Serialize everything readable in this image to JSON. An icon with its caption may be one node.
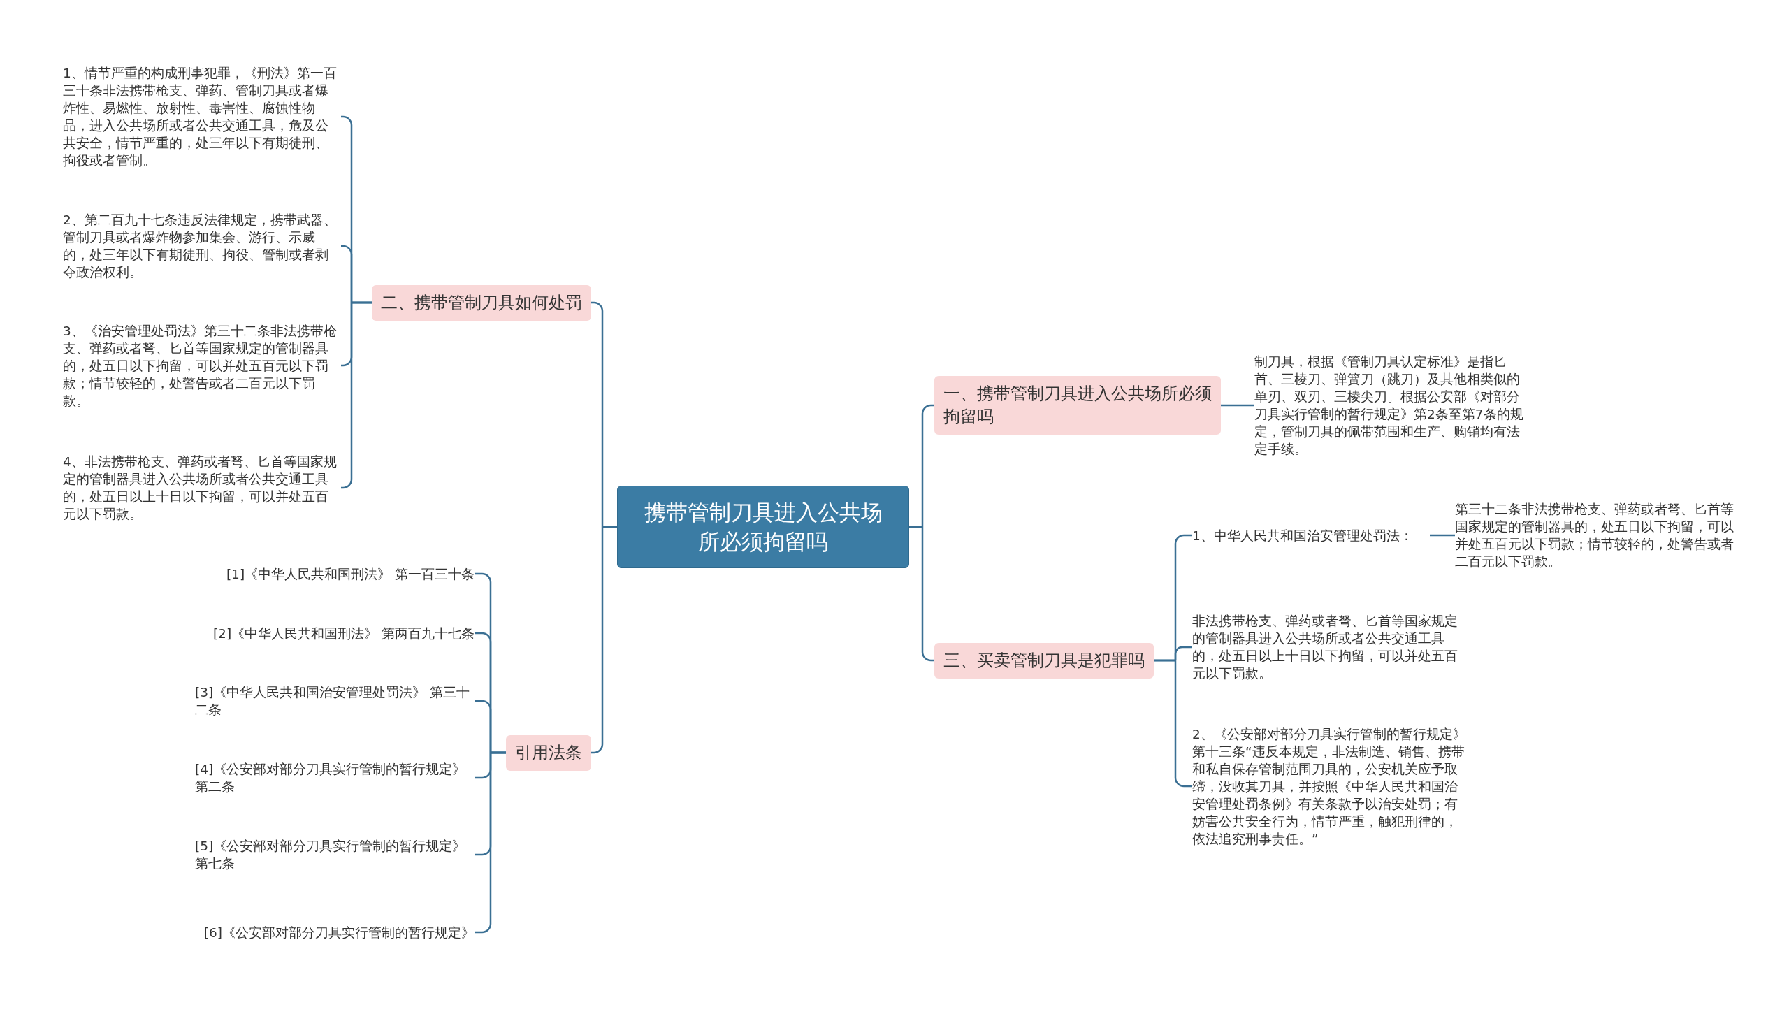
{
  "diagram": {
    "nodes": [
      {
        "text": [
          "携带管制刀具进入公共场所必须拘留吗"
        ]
      },
      {
        "text": [
          "二、携带管制刀具如何处罚"
        ]
      },
      {
        "text": [
          "1、情节严重的构成刑事犯罪，《刑法》第一百三十条非法携带枪支、弹药、管制刀具或者爆炸性、易燃性、放射性、毒害性、腐蚀性物品，进入公共场所或者公共交通工具，危及公共安全，情节严重的，处三年以下有期徒刑、拘役或者管制。"
        ]
      },
      {
        "text": [
          "2、第二百九十七条违反法律规定，携带武器、管制刀具或者爆炸物参加集会、游行、示威的，处三年以下有期徒刑、拘役、管制或者剥夺政治权利。"
        ]
      },
      {
        "text": [
          "3、《治安管理处罚法》第三十二条非法携带枪支、弹药或者弩、匕首等国家规定的管制器具的，处五日以下拘留，可以并处五百元以下罚款；情节较轻的，处警告或者二百元以下罚款。"
        ]
      },
      {
        "text": [
          "4、非法携带枪支、弹药或者弩、匕首等国家规定的管制器具进入公共场所或者公共交通工具的，处五日以上十日以下拘留，可以并处五百元以下罚款。"
        ]
      },
      {
        "text": [
          "引用法条"
        ]
      },
      {
        "text": [
          "[1]《中华人民共和国刑法》 第一百三十条"
        ]
      },
      {
        "text": [
          "[2]《中华人民共和国刑法》 第两百九十七条"
        ]
      },
      {
        "text": [
          "[3]《中华人民共和国治安管理处罚法》 第三十二条"
        ]
      },
      {
        "text": [
          "[4]《公安部对部分刀具实行管制的暂行规定》第二条"
        ]
      },
      {
        "text": [
          "[5]《公安部对部分刀具实行管制的暂行规定》第七条"
        ]
      },
      {
        "text": [
          "[6]《公安部对部分刀具实行管制的暂行规定》"
        ]
      },
      {
        "text": [
          "一、携带管制刀具进入公共场所必须拘留吗"
        ]
      },
      {
        "text": [
          "制刀具，根据《管制刀具认定标准》是指匕首、三棱刀、弹簧刀（跳刀）及其他相类似的单刃、双刃、三棱尖刀。根据公安部《对部分刀具实行管制的暂行规定》第2条至第7条的规定，管制刀具的佩带范围和生产、购销均有法定手续。"
        ]
      },
      {
        "text": [
          "三、买卖管制刀具是犯罪吗"
        ]
      },
      {
        "text": [
          "1、中华人民共和国治安管理处罚法："
        ]
      },
      {
        "text": [
          "第三十二条非法携带枪支、弹药或者弩、匕首等国家规定的管制器具的，处五日以下拘留，可以并处五百元以下罚款；情节较轻的，处警告或者二百元以下罚款。"
        ]
      },
      {
        "text": [
          "非法携带枪支、弹药或者弩、匕首等国家规定的管制器具进入公共场所或者公共交通工具的，处五日以上十日以下拘留，可以并处五百元以下罚款。"
        ]
      },
      {
        "text": [
          "2、《公安部对部分刀具实行管制的暂行规定》第十三条“违反本规定，非法制造、销售、携带和私自保存管制范围刀具的，公安机关应予取缔，没收其刀具，并按照《中华人民共和国治安管理处罚条例》有关条款予以治安处罚；有妨害公共安全行为，情节严重，触犯刑律的，依法追究刑事责任。”"
        ]
      }
    ],
    "edges": [
      {
        "from": 0,
        "to": 1,
        "arrow": "none"
      },
      {
        "from": 0,
        "to": 6,
        "arrow": "none"
      },
      {
        "from": 0,
        "to": 13,
        "arrow": "none"
      },
      {
        "from": 0,
        "to": 15,
        "arrow": "none"
      },
      {
        "from": 1,
        "to": 2,
        "arrow": "none"
      },
      {
        "from": 1,
        "to": 3,
        "arrow": "none"
      },
      {
        "from": 1,
        "to": 4,
        "arrow": "none"
      },
      {
        "from": 1,
        "to": 5,
        "arrow": "none"
      },
      {
        "from": 6,
        "to": 7,
        "arrow": "none"
      },
      {
        "from": 6,
        "to": 8,
        "arrow": "none"
      },
      {
        "from": 6,
        "to": 9,
        "arrow": "none"
      },
      {
        "from": 6,
        "to": 10,
        "arrow": "none"
      },
      {
        "from": 6,
        "to": 11,
        "arrow": "none"
      },
      {
        "from": 6,
        "to": 12,
        "arrow": "none"
      },
      {
        "from": 13,
        "to": 14,
        "arrow": "none"
      },
      {
        "from": 15,
        "to": 16,
        "arrow": "none"
      },
      {
        "from": 15,
        "to": 18,
        "arrow": "none"
      },
      {
        "from": 15,
        "to": 19,
        "arrow": "none"
      },
      {
        "from": 16,
        "to": 17,
        "arrow": "none"
      }
    ]
  }
}
